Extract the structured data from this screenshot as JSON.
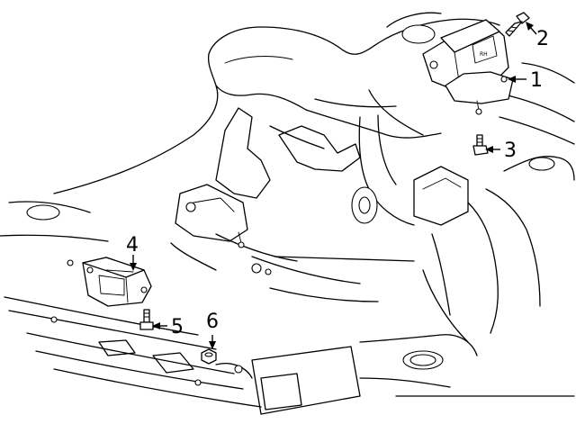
{
  "diagram": {
    "callouts": [
      {
        "id": "1",
        "label": "1"
      },
      {
        "id": "2",
        "label": "2"
      },
      {
        "id": "3",
        "label": "3"
      },
      {
        "id": "4",
        "label": "4"
      },
      {
        "id": "5",
        "label": "5"
      },
      {
        "id": "6",
        "label": "6"
      }
    ],
    "mount_stamp": "RH"
  }
}
